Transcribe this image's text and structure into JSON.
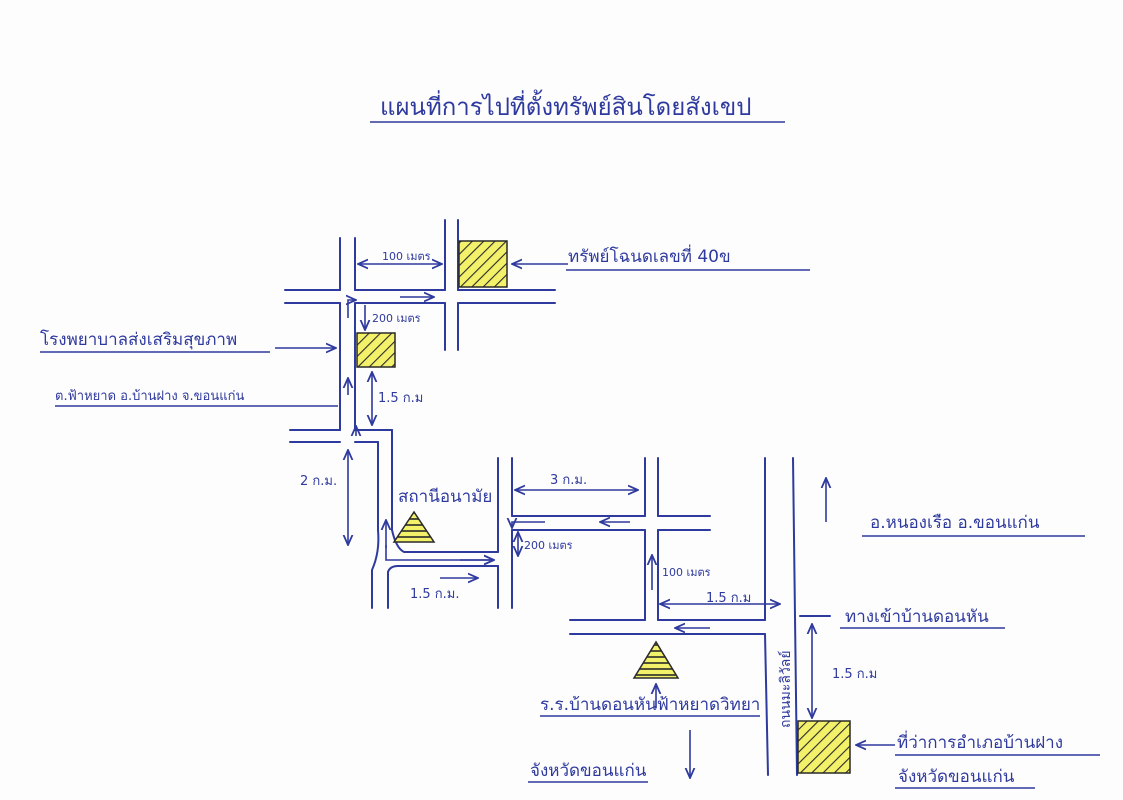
{
  "title": "แผนที่การไปที่ตั้งทรัพย์สินโดยสังเขป",
  "labels": {
    "property": "ทรัพย์โฉนดเลขที่ 40ข",
    "hospital": "โรงพยาบาลส่งเสริมสุขภาพ",
    "hospital_address": "ต.ฟ้าหยาด อ.บ้านฝาง จ.ขอนแก่น",
    "station": "สถานีอนามัย",
    "north": "อ.หนองเรือ อ.ขอนแก่น",
    "entrance": "ทางเข้าบ้านดอนหัน",
    "road_name": "ถนนมะลิวัลย์",
    "school": "ร.ร.บ้านดอนหันฟ้าหยาดวิทยา",
    "district_office": "ที่ว่าการอำเภอบ้านฝาง",
    "district_province": "จังหวัดขอนแก่น",
    "south": "จังหวัดขอนแก่น"
  },
  "distances": {
    "d100m_top": "100 เมตร",
    "d200m_a": "200 เมตร",
    "d1_5km_a": "1.5 ก.ม",
    "d2km_left": "2 ก.ม.",
    "d3km": "3 ก.ม.",
    "d200m_b": "200 เมตร",
    "d100m_mid": "100 เมตร",
    "d1_5km_b": "1.5 ก.ม.",
    "d1_5km_c": "1.5 ก.ม",
    "d1_5km_d": "1.5 ก.ม"
  },
  "colors": {
    "ink": "#2f3a9e",
    "marker_fill": "#f3f06a",
    "hatch": "#2a2a2a"
  },
  "icons": {
    "property_marker": "hatched-square",
    "station_marker": "striped-triangle",
    "north_arrow": "arrow-up",
    "south_arrow": "arrow-down"
  }
}
